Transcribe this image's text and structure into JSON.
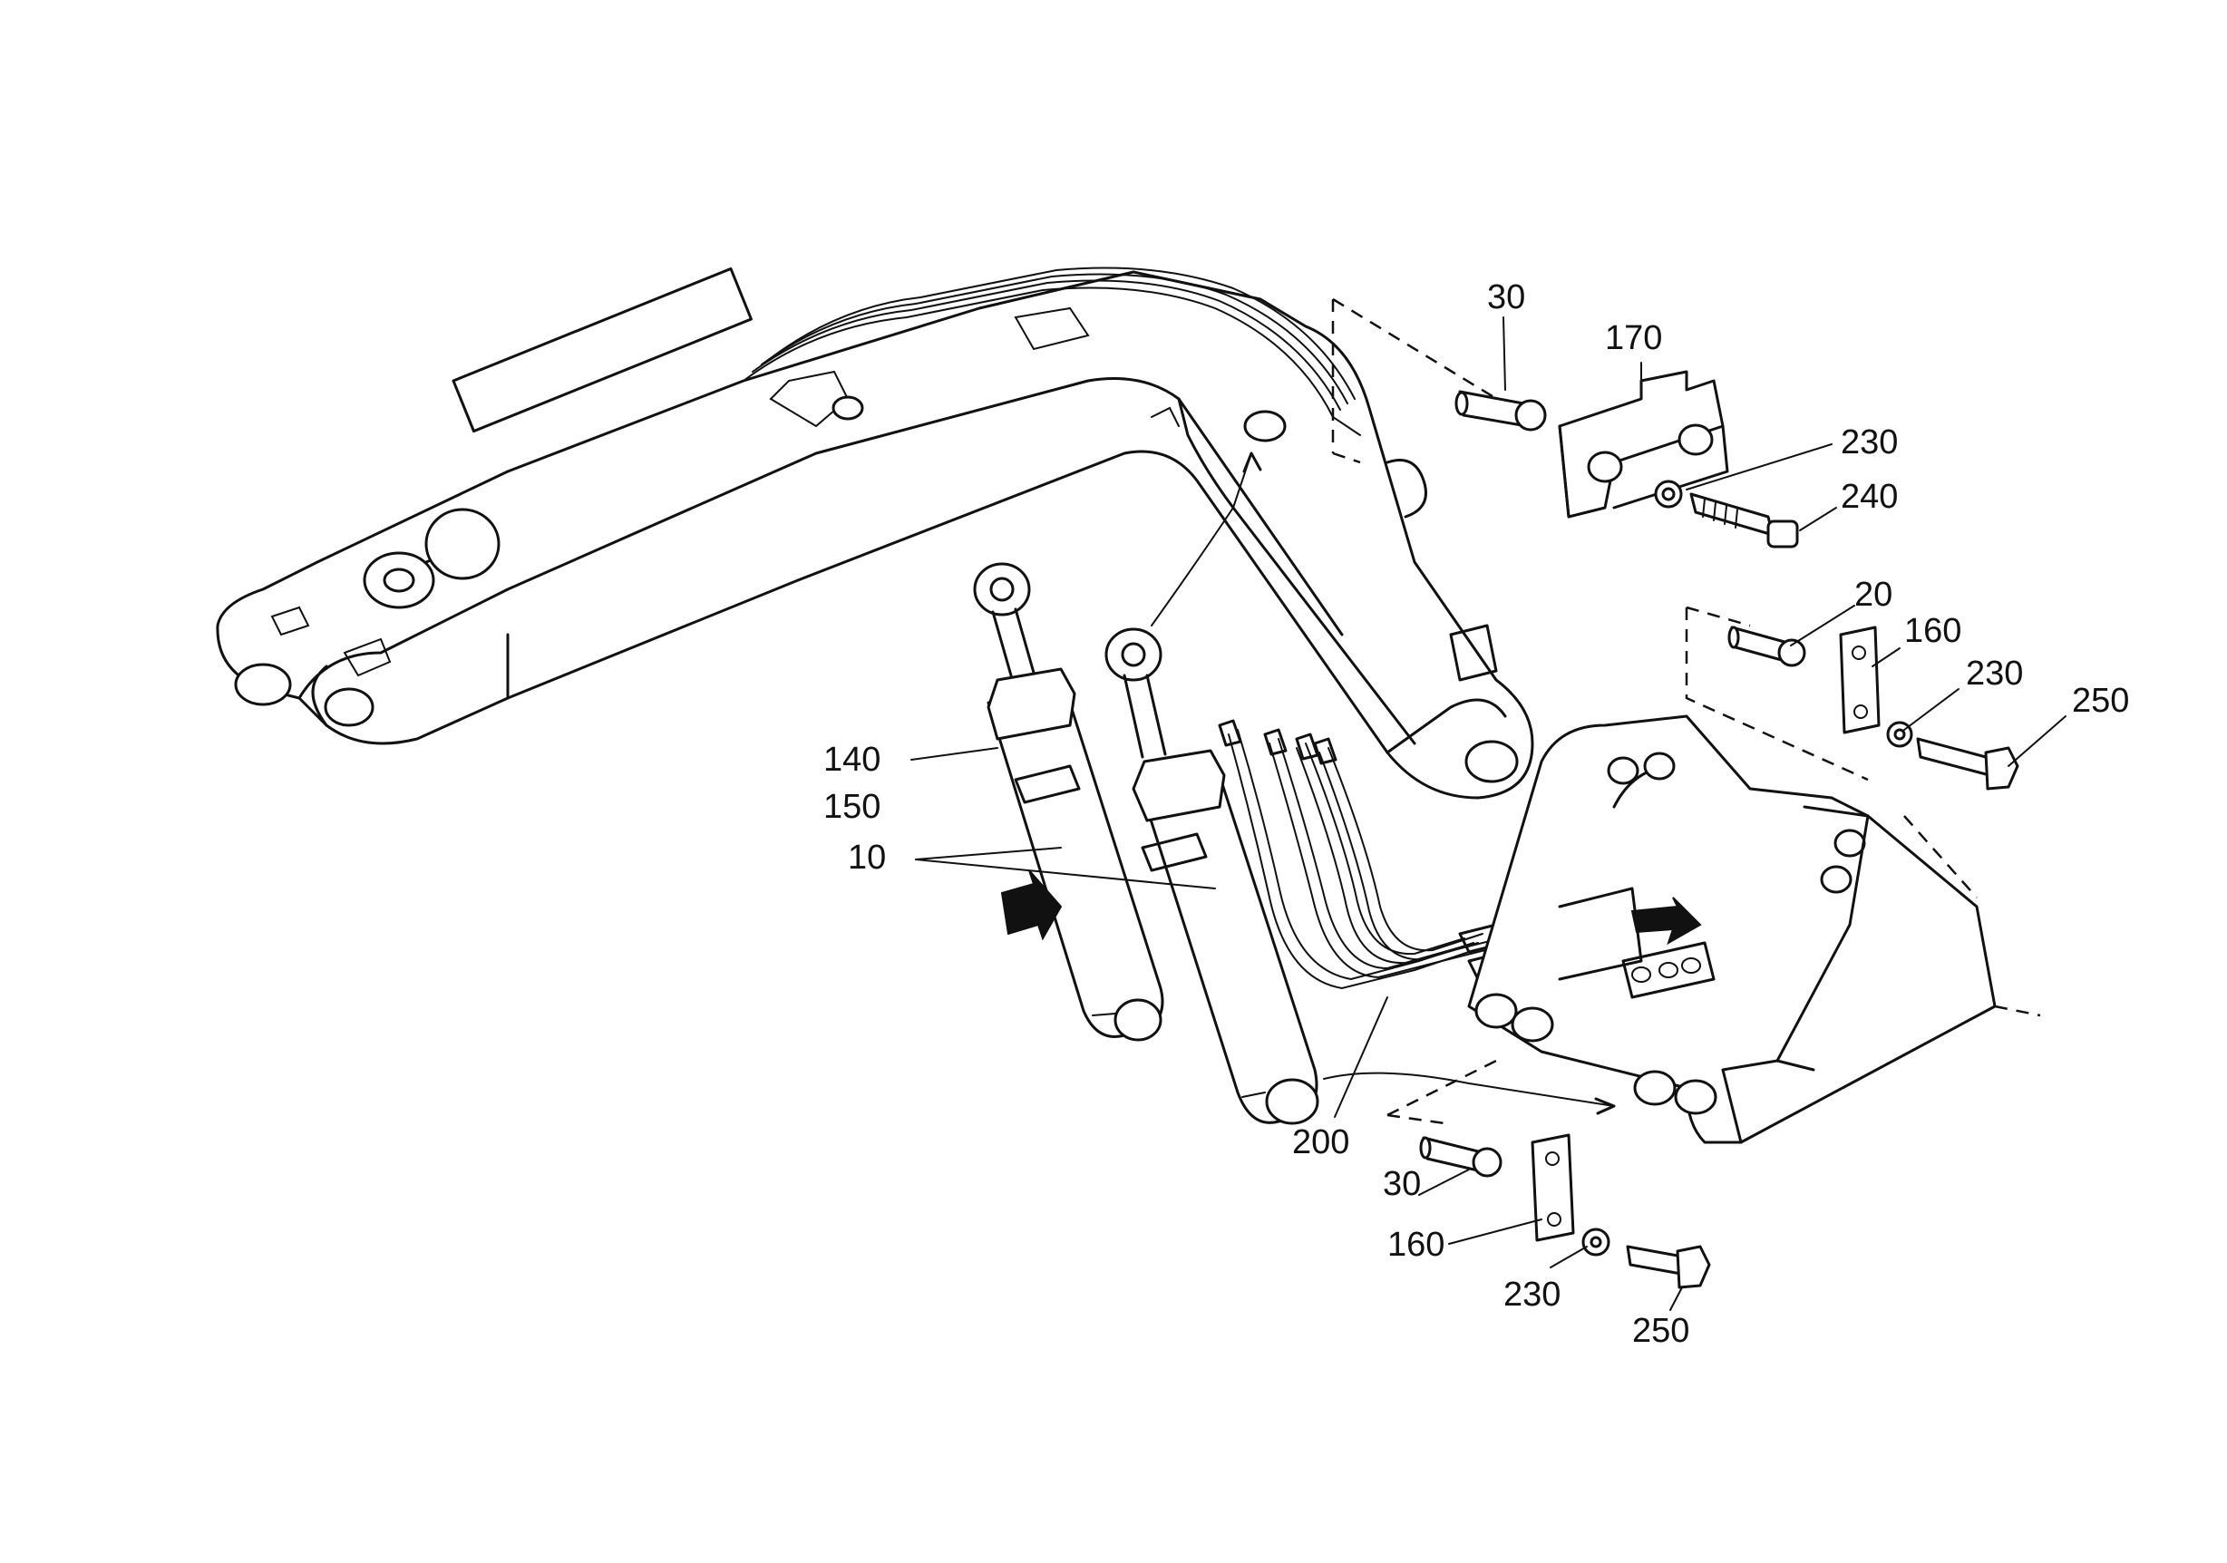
{
  "callouts": [
    {
      "id": "c30a",
      "text": "30"
    },
    {
      "id": "c170",
      "text": "170"
    },
    {
      "id": "c230a",
      "text": "230"
    },
    {
      "id": "c240",
      "text": "240"
    },
    {
      "id": "c20",
      "text": "20"
    },
    {
      "id": "c160a",
      "text": "160"
    },
    {
      "id": "c230b",
      "text": "230"
    },
    {
      "id": "c250a",
      "text": "250"
    },
    {
      "id": "c140",
      "text": "140"
    },
    {
      "id": "c150",
      "text": "150"
    },
    {
      "id": "c10",
      "text": "10"
    },
    {
      "id": "c200",
      "text": "200"
    },
    {
      "id": "c30b",
      "text": "30"
    },
    {
      "id": "c160b",
      "text": "160"
    },
    {
      "id": "c230c",
      "text": "230"
    },
    {
      "id": "c250b",
      "text": "250"
    }
  ]
}
